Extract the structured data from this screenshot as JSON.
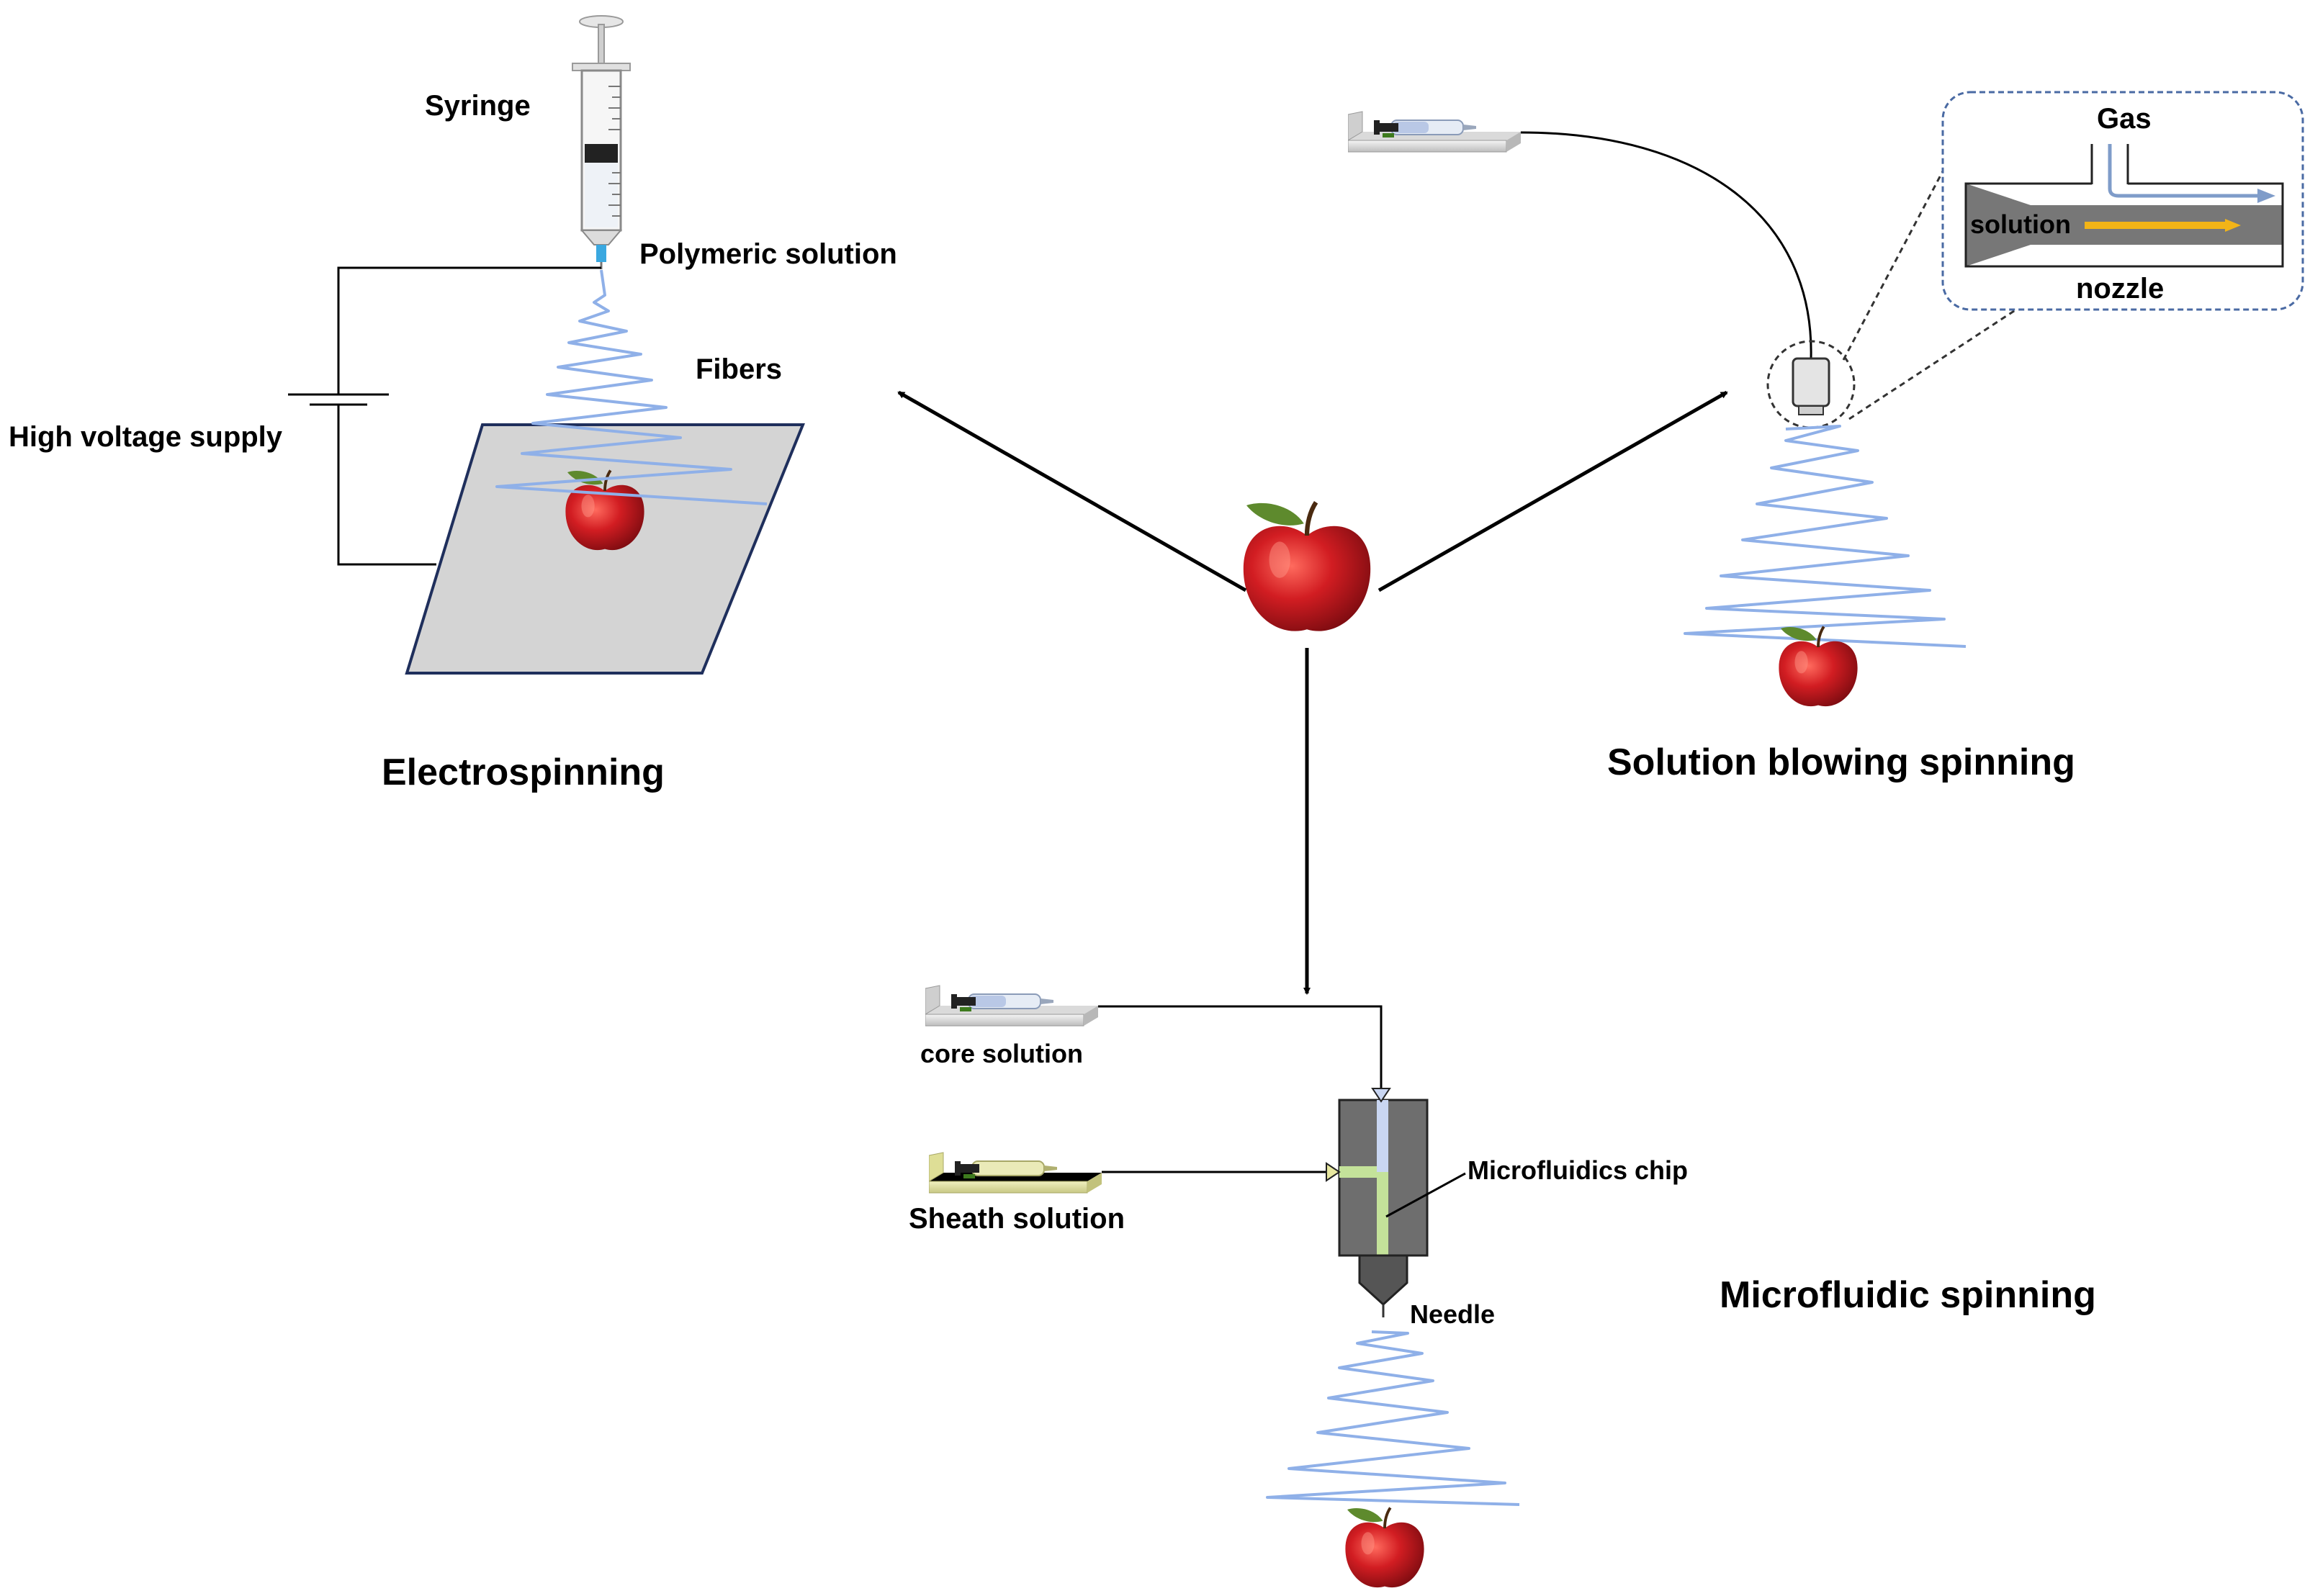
{
  "center": {
    "icon": "apple-icon"
  },
  "electrospinning": {
    "title": "Electrospinning",
    "labels": {
      "syringe": "Syringe",
      "polymeric_solution": "Polymeric solution",
      "fibers": "Fibers",
      "high_voltage_supply": "High voltage supply"
    },
    "icons": [
      "syringe-icon",
      "apple-icon",
      "battery-icon"
    ]
  },
  "solution_blowing": {
    "title": "Solution blowing spinning",
    "inset": {
      "gas": "Gas",
      "solution": "solution",
      "nozzle": "nozzle"
    },
    "icons": [
      "syringe-pump-icon",
      "nozzle-icon",
      "apple-icon"
    ]
  },
  "microfluidic": {
    "title": "Microfluidic spinning",
    "labels": {
      "core_solution": "core solution",
      "sheath_solution": "Sheath solution",
      "chip": "Microfluidics chip",
      "needle": "Needle"
    },
    "icons": [
      "syringe-pump-icon",
      "chip-icon",
      "apple-icon"
    ]
  },
  "colors": {
    "fiber": "#8fb0e8",
    "plate": "#d4d4d4",
    "chip": "#6e6e6e",
    "sheath_pump": "#e2e2a4",
    "core_channel": "#c9d6f2",
    "sheath_channel": "#c4e29a",
    "gas_arrow": "#7f9cc9",
    "solution_arrow": "#f2b417",
    "apple": "#c7161e",
    "leaf": "#5e8a2d",
    "inset_border": "#4a6aa3"
  }
}
